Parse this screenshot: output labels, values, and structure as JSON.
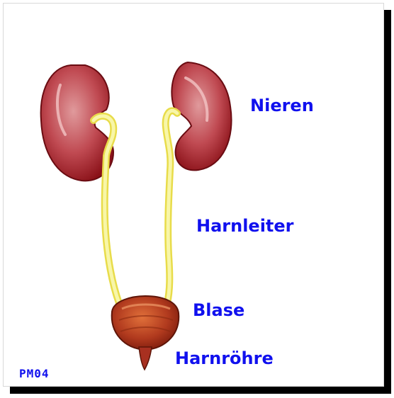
{
  "labels": {
    "kidneys": "Nieren",
    "ureters": "Harnleiter",
    "bladder": "Blase",
    "urethra": "Harnröhre"
  },
  "signature": "PM04",
  "colors": {
    "label": "#1010ee",
    "kidney": "#9c1b22",
    "kidney_highlight": "#d88a8c",
    "ureter": "#f4f07a",
    "bladder": "#b13a1e",
    "shadow": "#000000"
  }
}
